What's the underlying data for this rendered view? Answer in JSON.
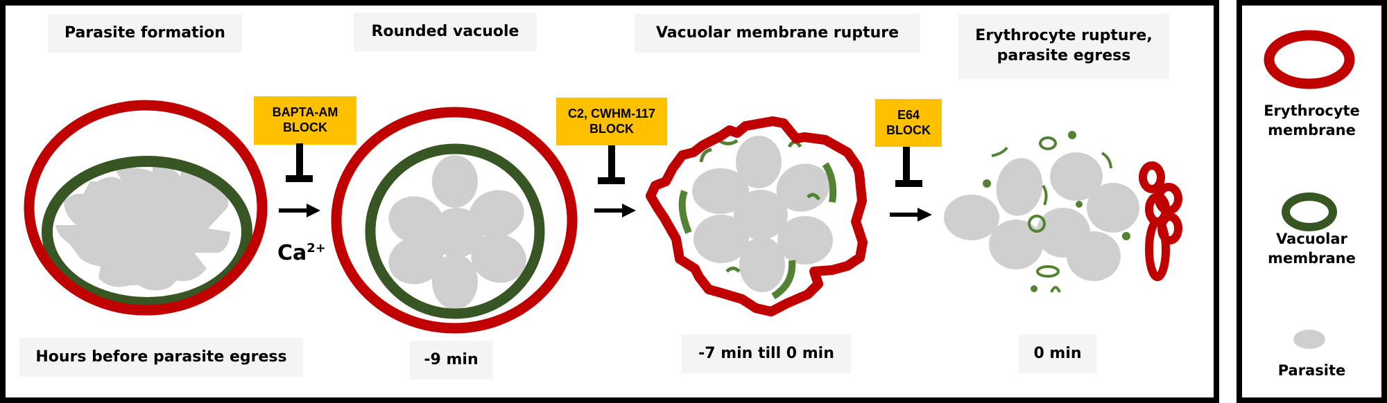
{
  "colors": {
    "erythrocyte_membrane": "#c00000",
    "vacuolar_membrane": "#375623",
    "vacuolar_fragment": "#548235",
    "parasite": "#d0cfd0",
    "block_box": "#ffc000",
    "label_box": "#f4f4f4",
    "border": "#000000"
  },
  "stages": [
    {
      "title": "Parasite formation",
      "time": "Hours before parasite egress"
    },
    {
      "title": "Rounded vacuole",
      "time": "-9 min"
    },
    {
      "title": "Vacuolar membrane rupture",
      "time": "-7 min till 0 min"
    },
    {
      "title": "Erythrocyte rupture, parasite egress",
      "time": "0 min"
    }
  ],
  "transitions": [
    {
      "inhibitor": "BAPTA-AM",
      "block": "BLOCK",
      "cofactor": "Ca",
      "cofactor_charge": "2+"
    },
    {
      "inhibitor": "C2, CWHM-117",
      "block": "BLOCK"
    },
    {
      "inhibitor": "E64",
      "block": "BLOCK"
    }
  ],
  "legend": [
    {
      "label_line1": "Erythrocyte",
      "label_line2": "membrane",
      "icon": "erythrocyte-ring-icon"
    },
    {
      "label_line1": "Vacuolar",
      "label_line2": "membrane",
      "icon": "vacuole-ring-icon"
    },
    {
      "label_line1": "Parasite",
      "label_line2": "",
      "icon": "parasite-ellipse-icon"
    }
  ]
}
